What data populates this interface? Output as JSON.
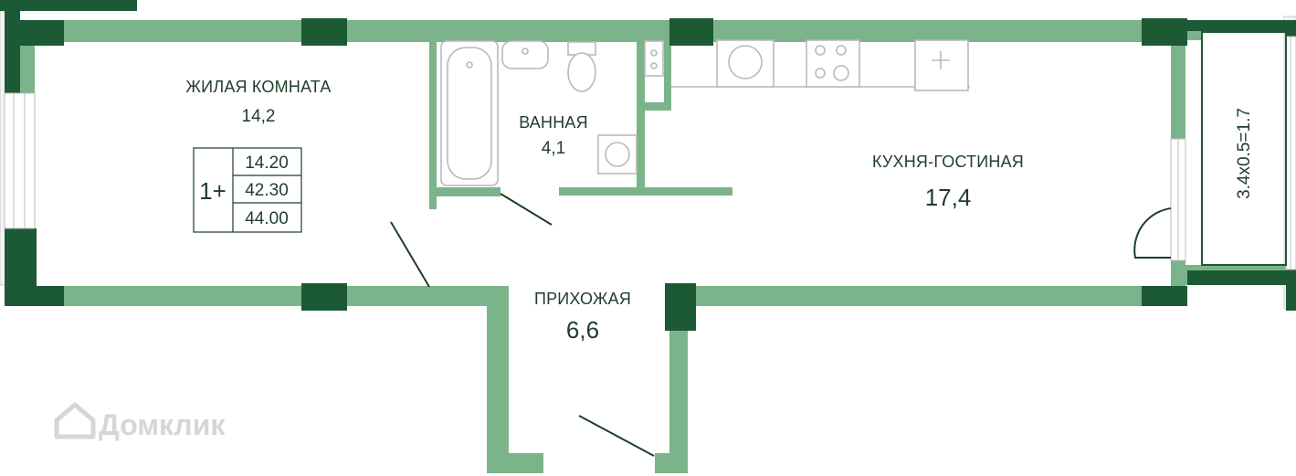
{
  "rooms": {
    "living": {
      "name": "ЖИЛАЯ КОМНАТА",
      "area": "14,2"
    },
    "bath": {
      "name": "ВАННАЯ",
      "area": "4,1"
    },
    "kitchen": {
      "name": "КУХНЯ-ГОСТИНАЯ",
      "area": "17,4"
    },
    "hall": {
      "name": "ПРИХОЖАЯ",
      "area": "6,6"
    },
    "balcony": {
      "label": "3.4x0.5=1.7"
    }
  },
  "spec_table": {
    "type": "1+",
    "values": [
      "14.20",
      "42.30",
      "44.00"
    ]
  },
  "watermark": {
    "text": "Домклик",
    "icon": "house-logo-icon"
  },
  "colors": {
    "wall": "#7bb48a",
    "column": "#1b5a34",
    "text": "#1f3d2b",
    "fixture": "#b9b9b9"
  }
}
